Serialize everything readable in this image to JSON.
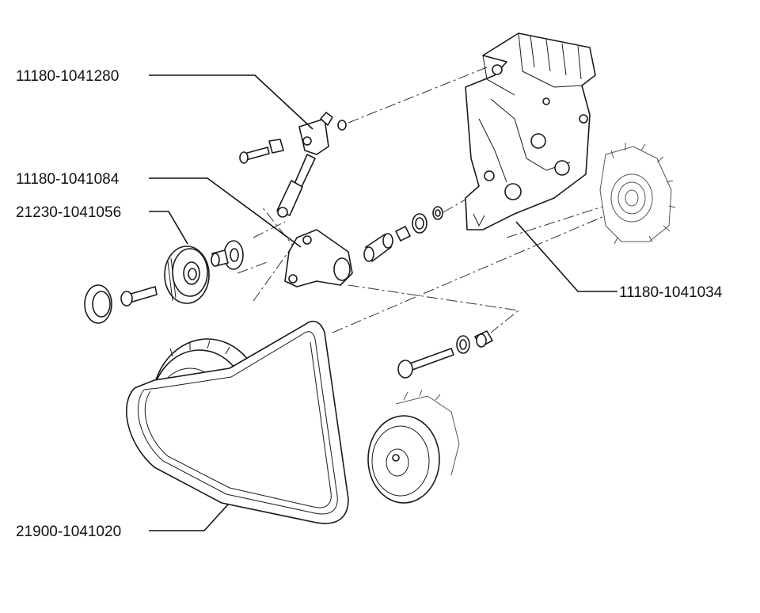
{
  "labels": {
    "tensioner_bolt": "11180-1041280",
    "tensioner_lever": "11180-1041084",
    "idler_pulley": "21230-1041056",
    "bracket": "11180-1041034",
    "belt": "21900-1041020"
  }
}
